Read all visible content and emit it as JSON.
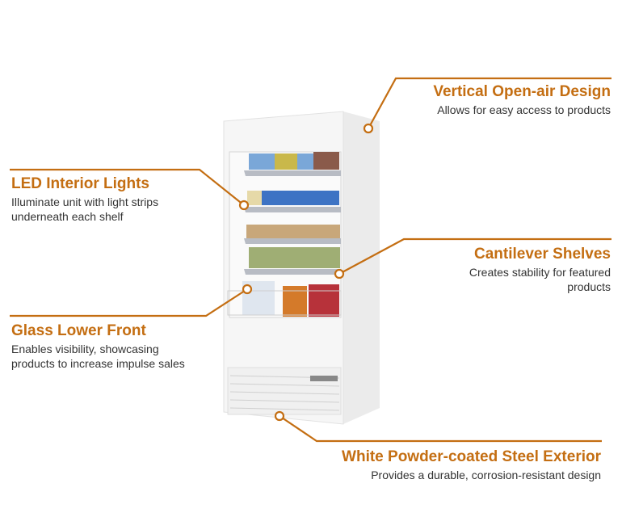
{
  "accent_color": "#c46e12",
  "callouts": [
    {
      "title": "Vertical Open-air Design",
      "description": "Allows for easy access to products"
    },
    {
      "title": "LED Interior Lights",
      "description": "Illuminate unit with light strips underneath each shelf"
    },
    {
      "title": "Cantilever Shelves",
      "description": "Creates stability for featured products"
    },
    {
      "title": "Glass Lower Front",
      "description": "Enables visibility, showcasing products to increase impulse sales"
    },
    {
      "title": "White Powder-coated Steel Exterior",
      "description": "Provides a durable, corrosion-resistant design"
    }
  ]
}
